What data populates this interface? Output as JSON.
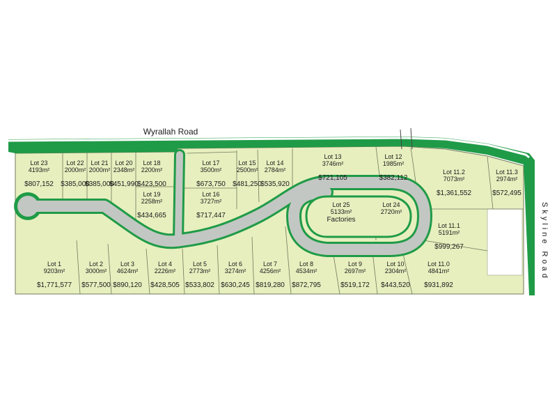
{
  "roads": {
    "wyrallah": "Wyrallah Road",
    "skyline": "Skyline Road"
  },
  "colors": {
    "lot_fill": "#e7efbf",
    "road_green": "#1f9b47",
    "road_grey": "#c3c7c3",
    "boundary": "#6f7a5a"
  },
  "lots": [
    {
      "id": "lot23",
      "name": "Lot 23",
      "area": "4193m²",
      "price": "$807,152"
    },
    {
      "id": "lot22",
      "name": "Lot 22",
      "area": "2000m²",
      "price": "$385,000"
    },
    {
      "id": "lot21",
      "name": "Lot 21",
      "area": "2000m²",
      "price": "$385,000"
    },
    {
      "id": "lot20",
      "name": "Lot 20",
      "area": "2348m²",
      "price": "$451,990"
    },
    {
      "id": "lot18",
      "name": "Lot 18",
      "area": "2200m²",
      "price": "$423,500"
    },
    {
      "id": "lot19",
      "name": "Lot 19",
      "area": "2258m²",
      "price": "$434,665"
    },
    {
      "id": "lot17",
      "name": "Lot 17",
      "area": "3500m²",
      "price": "$673,750"
    },
    {
      "id": "lot16",
      "name": "Lot 16",
      "area": "3727m²",
      "price": "$717,447"
    },
    {
      "id": "lot15",
      "name": "Lot 15",
      "area": "2500m²",
      "price": "$481,250"
    },
    {
      "id": "lot14",
      "name": "Lot 14",
      "area": "2784m²",
      "price": "$535,920"
    },
    {
      "id": "lot13",
      "name": "Lot 13",
      "area": "3746m²",
      "price": "$721,105"
    },
    {
      "id": "lot12",
      "name": "Lot 12",
      "area": "1985m²",
      "price": "$382,112"
    },
    {
      "id": "lot11-2",
      "name": "Lot 11.2",
      "area": "7073m²",
      "price": "$1,361,552"
    },
    {
      "id": "lot11-3",
      "name": "Lot 11.3",
      "area": "2974m²",
      "price": "$572,495"
    },
    {
      "id": "lot25",
      "name": "Lot 25",
      "area": "5133m²",
      "price": "",
      "note": "Factories"
    },
    {
      "id": "lot24",
      "name": "Lot 24",
      "area": "2720m²",
      "price": ""
    },
    {
      "id": "lot11-1",
      "name": "Lot 11.1",
      "area": "5191m²",
      "price": "$999,267"
    },
    {
      "id": "lot1",
      "name": "Lot 1",
      "area": "9203m²",
      "price": "$1,771,577"
    },
    {
      "id": "lot2",
      "name": "Lot 2",
      "area": "3000m²",
      "price": "$577,500"
    },
    {
      "id": "lot3",
      "name": "Lot 3",
      "area": "4624m²",
      "price": "$890,120"
    },
    {
      "id": "lot4",
      "name": "Lot 4",
      "area": "2226m²",
      "price": "$428,505"
    },
    {
      "id": "lot5",
      "name": "Lot 5",
      "area": "2773m²",
      "price": "$533,802"
    },
    {
      "id": "lot6",
      "name": "Lot 6",
      "area": "3274m²",
      "price": "$630,245"
    },
    {
      "id": "lot7",
      "name": "Lot 7",
      "area": "4256m²",
      "price": "$819,280"
    },
    {
      "id": "lot8",
      "name": "Lot 8",
      "area": "4534m²",
      "price": "$872,795"
    },
    {
      "id": "lot9",
      "name": "Lot 9",
      "area": "2697m²",
      "price": "$519,172"
    },
    {
      "id": "lot10",
      "name": "Lot 10",
      "area": "2304m²",
      "price": "$443,520"
    },
    {
      "id": "lot11-0",
      "name": "Lot 11.0",
      "area": "4841m²",
      "price": "$931,892"
    }
  ]
}
